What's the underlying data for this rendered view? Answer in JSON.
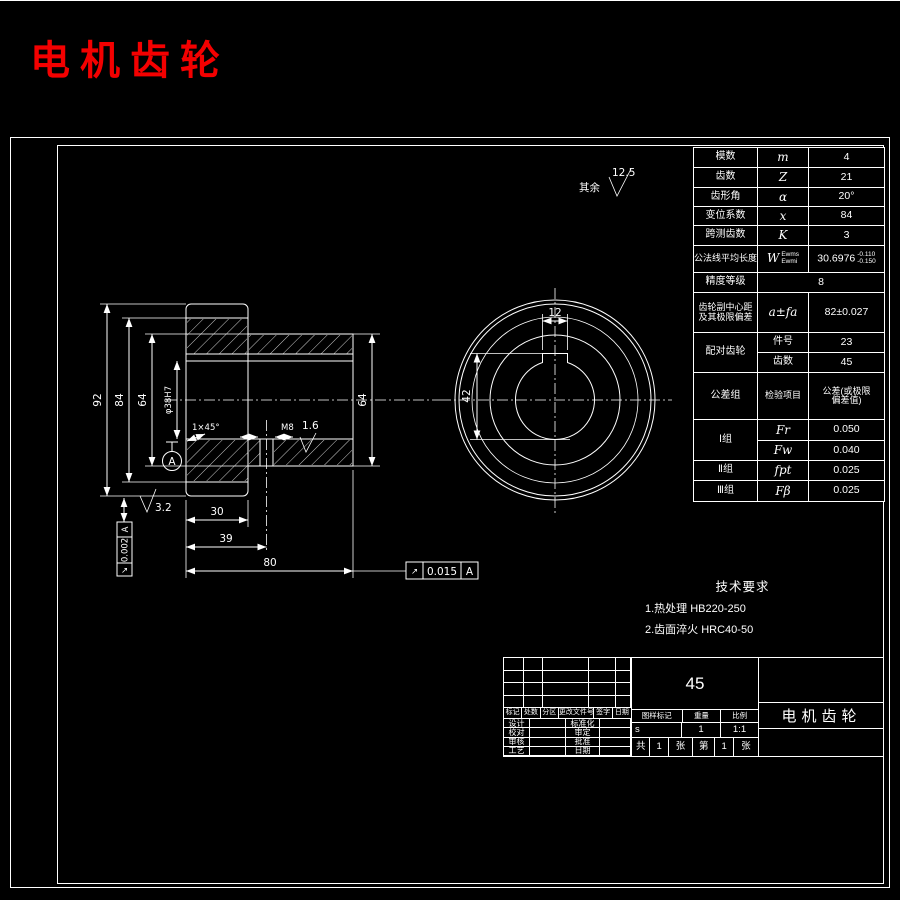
{
  "header": {
    "title": "电机齿轮"
  },
  "sheet_note": {
    "prefix": "其余",
    "roughness": "12.5"
  },
  "param_table": {
    "rows_simple": [
      {
        "label": "模数",
        "symbol": "m",
        "value": "4"
      },
      {
        "label": "齿数",
        "symbol": "Z",
        "value": "21"
      },
      {
        "label": "齿形角",
        "symbol": "α",
        "value": "20°"
      },
      {
        "label": "变位系数",
        "symbol": "x",
        "value": "84"
      },
      {
        "label": "跨测齿数",
        "symbol": "K",
        "value": "3"
      }
    ],
    "w_row": {
      "label": "公法线平均长度",
      "symbol": "W",
      "sub_top": "Ewms",
      "sub_bot": "Ewmi",
      "value": "30.6976",
      "tol_top": "-0.110",
      "tol_bot": "-0.150"
    },
    "precision_row": {
      "label": "精度等级",
      "value": "8"
    },
    "center_row": {
      "label_line1": "齿轮副中心距",
      "label_line2": "及其极限偏差",
      "symbol": "a±fa",
      "value": "82±0.027"
    },
    "mate_row": {
      "label": "配对齿轮",
      "item_label": "件号",
      "item_value": "23",
      "teeth_label": "齿数",
      "teeth_value": "45"
    },
    "tol_header": {
      "group": "公差组",
      "item": "检验项目",
      "value_line1": "公差(或极限",
      "value_line2": "偏差值)"
    },
    "tol_rows": {
      "g1": "Ⅰ组",
      "g1r1_sym": "Fr",
      "g1r1_val": "0.050",
      "g1r2_sym": "Fw",
      "g1r2_val": "0.040",
      "g2": "Ⅱ组",
      "g2_sym": "fpt",
      "g2_val": "0.025",
      "g3": "Ⅲ组",
      "g3_sym": "Fβ",
      "g3_val": "0.025"
    }
  },
  "section_view": {
    "dia_outer": "92",
    "dia_root": "84",
    "dia_hub_left": "64",
    "dia_hub_right": "64",
    "bore": "φ38H7",
    "chamfer": "1×45°",
    "thread": "M8",
    "thread_roughness": "1.6",
    "face_roughness": "3.2",
    "len_gear": "30",
    "len_hole": "39",
    "len_total": "80",
    "runout_left_symbol": "↗",
    "runout_left_value": "0.002",
    "runout_left_datum": "A",
    "runout_bottom_symbol": "↗",
    "runout_bottom_value": "0.015",
    "runout_bottom_datum": "A",
    "datum_label": "A"
  },
  "end_view": {
    "keyway_width": "12",
    "keyway_depth_dim": "42"
  },
  "tech_requirements": {
    "title": "技术要求",
    "line1": "1.热处理  HB220-250",
    "line2": "2.齿面淬火  HRC40-50"
  },
  "title_block": {
    "material": "45",
    "part_name": "电机齿轮",
    "change_cols": [
      "标记",
      "处数",
      "分区",
      "更改文件号",
      "签字",
      "日期"
    ],
    "roles": [
      {
        "left": "设计",
        "right": "标准化"
      },
      {
        "left": "校对",
        "right": "审定"
      },
      {
        "left": "审核",
        "right": "批准"
      },
      {
        "left": "工艺",
        "right": "日期"
      }
    ],
    "stamp_header": [
      "图样标记",
      "重量",
      "比例"
    ],
    "stamp_values": [
      "s",
      "1",
      "1:1"
    ],
    "sheet_cells": [
      "共",
      "1",
      "张",
      "第",
      "1",
      "张"
    ]
  },
  "colors": {
    "background": "#000000",
    "line": "#ffffff",
    "title_red": "#f40000"
  }
}
